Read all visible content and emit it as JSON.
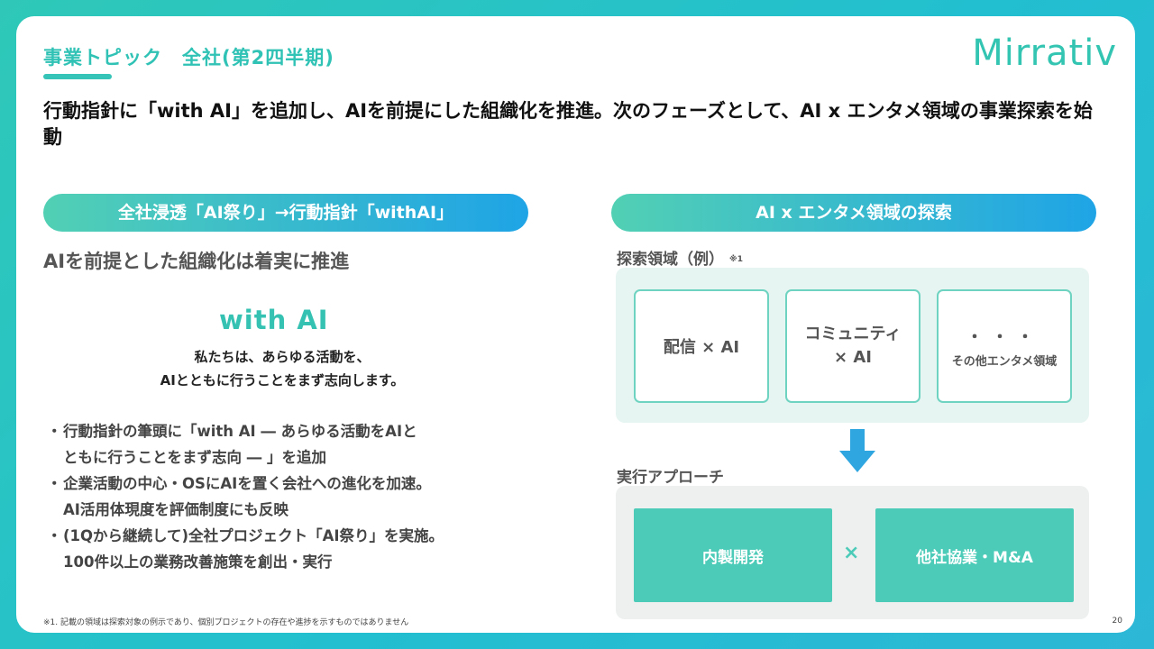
{
  "header": {
    "section_title": "事業トピック　全社(第2四半期)",
    "logo_text": "Mirrativ",
    "headline": "行動指針に「with AI」を追加し、AIを前提にした組織化を推進。次のフェーズとして、AI x エンタメ領域の事業探索を始動"
  },
  "left": {
    "pill_label": "全社浸透「AI祭り」→行動指針「withAI」",
    "subheading": "AIを前提とした組織化は着実に推進",
    "brand_title": "with AI",
    "brand_line1": "私たちは、あらゆる活動を、",
    "brand_line2": "AIとともに行うことをまず志向します。",
    "bullet_marker": "・",
    "bullets": [
      {
        "line1": "行動指針の筆頭に「with AI ― あらゆる活動をAIと",
        "line2": "ともに行うことをまず志向 ― 」を追加"
      },
      {
        "line1": "企業活動の中心・OSにAIを置く会社への進化を加速。",
        "line2": "AI活用体現度を評価制度にも反映"
      },
      {
        "line1": "(1Qから継続して)全社プロジェクト「AI祭り」を実施。",
        "line2": "100件以上の業務改善施策を創出・実行"
      }
    ]
  },
  "right": {
    "pill_label": "AI x エンタメ領域の探索",
    "explore_label": "探索領域（例）",
    "explore_note": "※1",
    "boxes": {
      "box1": "配信 × AI",
      "box2_line1": "コミュニティ",
      "box2_line2": "× AI",
      "box3_dots": "・・・",
      "box3_text": "その他エンタメ領域"
    },
    "approach_label": "実行アプローチ",
    "approach": {
      "left": "内製開発",
      "times": "×",
      "right": "他社協業・M&A"
    }
  },
  "footer": {
    "footnote": "※1. 記載の領域は探索対象の例示であり、個別プロジェクトの存在や進捗を示すものではありません",
    "page_number": "20"
  },
  "colors": {
    "accent_teal": "#36c2b2",
    "gradient_start": "#52d0b4",
    "gradient_end": "#1fa4e6",
    "panel_green": "#e6f5f1",
    "approach_box": "#4ccbb8",
    "arrow": "#2fa6df"
  },
  "icons": {
    "arrow": "arrow-down-icon"
  }
}
